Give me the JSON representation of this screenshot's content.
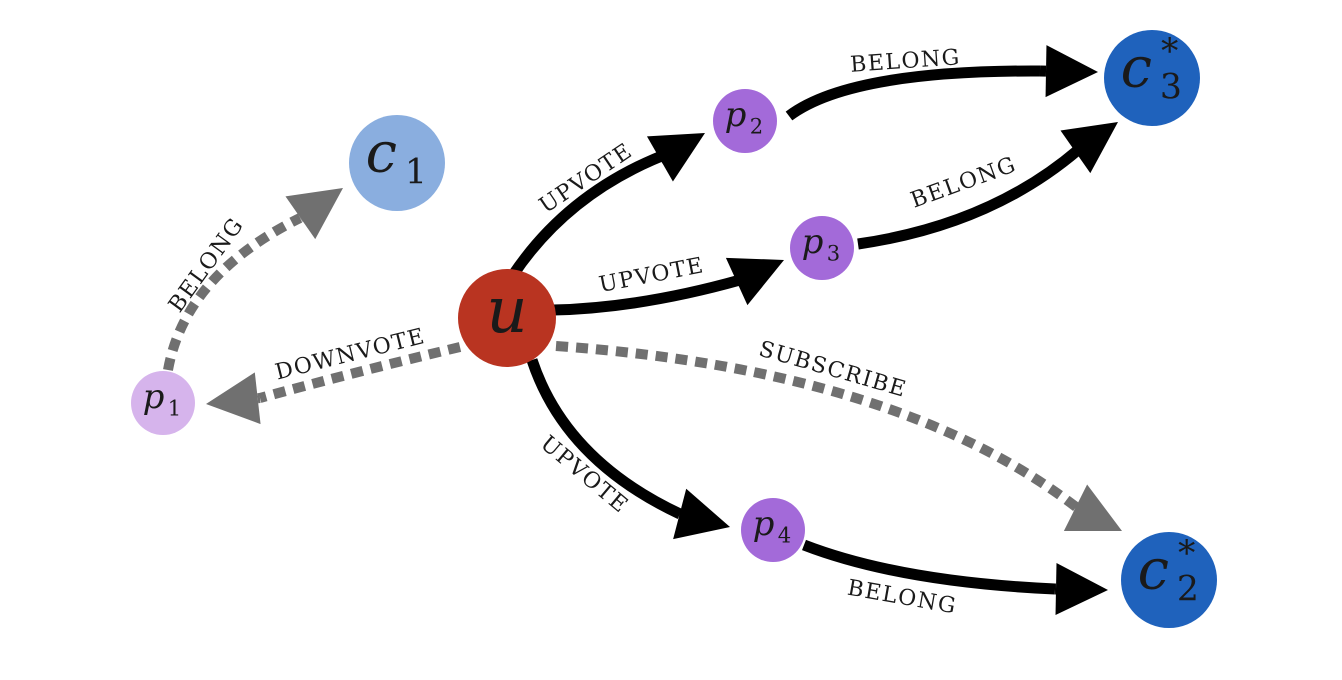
{
  "colors": {
    "user": "#b93421",
    "community_light": "#8aaedf",
    "community_dark": "#1f62bc",
    "post": "#a36ad9",
    "post_light": "#d6b4ec",
    "edge_solid": "#000000",
    "edge_dashed": "#707070"
  },
  "nodes": [
    {
      "id": "u",
      "letter": "u",
      "sub": "",
      "sup": "",
      "kind": "user"
    },
    {
      "id": "c1",
      "letter": "c",
      "sub": "1",
      "sup": "",
      "kind": "community_light"
    },
    {
      "id": "c2",
      "letter": "c",
      "sub": "2",
      "sup": "*",
      "kind": "community_dark"
    },
    {
      "id": "c3",
      "letter": "c",
      "sub": "3",
      "sup": "*",
      "kind": "community_dark"
    },
    {
      "id": "p1",
      "letter": "p",
      "sub": "1",
      "sup": "",
      "kind": "post_light"
    },
    {
      "id": "p2",
      "letter": "p",
      "sub": "2",
      "sup": "",
      "kind": "post"
    },
    {
      "id": "p3",
      "letter": "p",
      "sub": "3",
      "sup": "",
      "kind": "post"
    },
    {
      "id": "p4",
      "letter": "p",
      "sub": "4",
      "sup": "",
      "kind": "post"
    }
  ],
  "edges": [
    {
      "id": "u-p2",
      "from": "u",
      "to": "p2",
      "label": "UPVOTE",
      "style": "solid"
    },
    {
      "id": "u-p3",
      "from": "u",
      "to": "p3",
      "label": "UPVOTE",
      "style": "solid"
    },
    {
      "id": "u-p4",
      "from": "u",
      "to": "p4",
      "label": "UPVOTE",
      "style": "solid"
    },
    {
      "id": "u-p1",
      "from": "u",
      "to": "p1",
      "label": "DOWNVOTE",
      "style": "dashed"
    },
    {
      "id": "u-c2",
      "from": "u",
      "to": "c2",
      "label": "SUBSCRIBE",
      "style": "dashed"
    },
    {
      "id": "p1-c1",
      "from": "p1",
      "to": "c1",
      "label": "BELONG",
      "style": "dashed"
    },
    {
      "id": "p2-c3",
      "from": "p2",
      "to": "c3",
      "label": "BELONG",
      "style": "solid"
    },
    {
      "id": "p3-c3",
      "from": "p3",
      "to": "c3",
      "label": "BELONG",
      "style": "solid"
    },
    {
      "id": "p4-c2",
      "from": "p4",
      "to": "c2",
      "label": "BELONG",
      "style": "solid"
    }
  ]
}
